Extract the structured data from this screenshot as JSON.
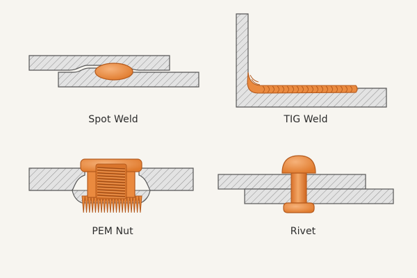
{
  "colors": {
    "background": "#f7f5f0",
    "sheet_fill": "#e3e3e3",
    "outline": "#555555",
    "hatch": "#8e8e8e",
    "fastener_orange": "#ea8a3f",
    "fastener_dark": "#b45a1d",
    "fastener_light": "#f6b27a"
  },
  "panels": [
    {
      "id": "spot-weld",
      "label": "Spot Weld"
    },
    {
      "id": "tig-weld",
      "label": "TIG Weld"
    },
    {
      "id": "pem-nut",
      "label": "PEM Nut"
    },
    {
      "id": "rivet",
      "label": "Rivet"
    }
  ]
}
